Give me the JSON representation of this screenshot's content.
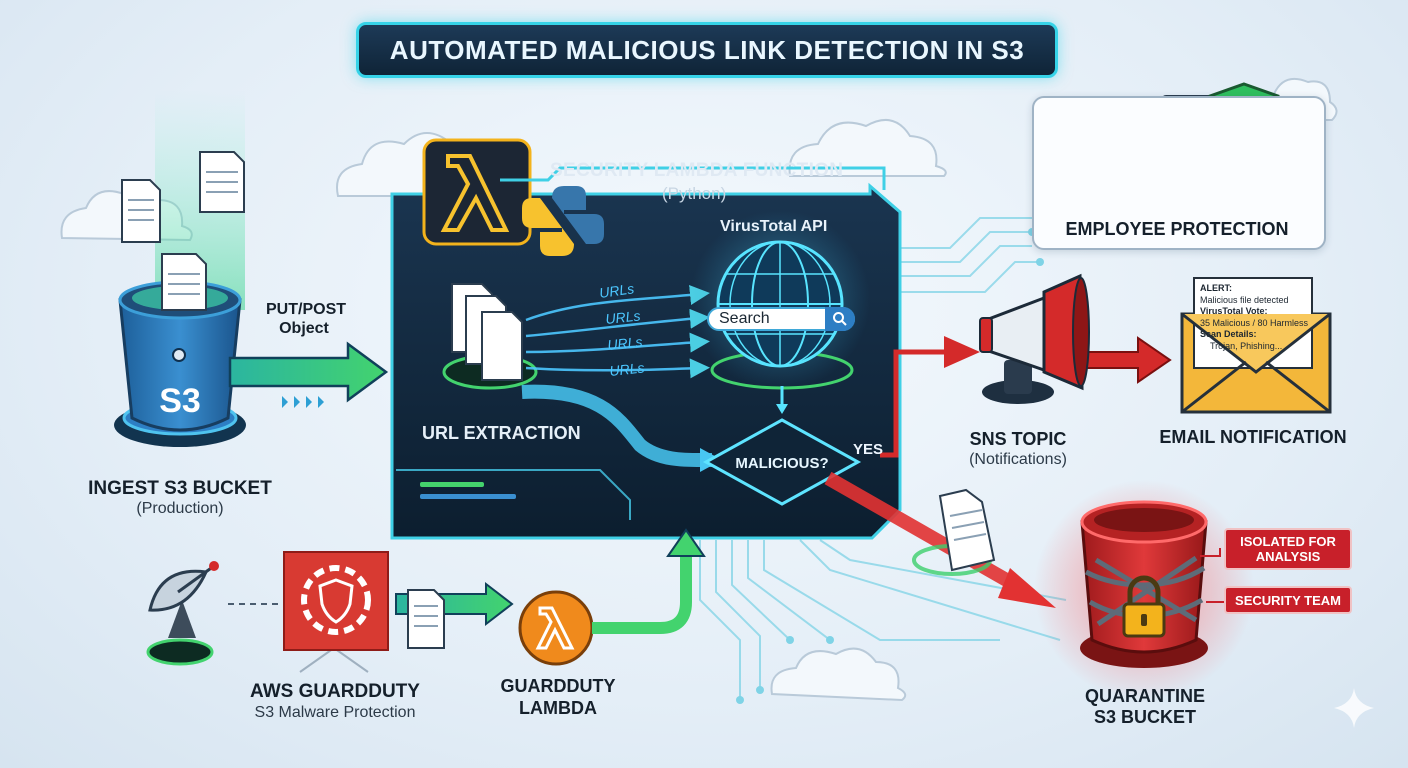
{
  "title": "AUTOMATED MALICIOUS LINK DETECTION IN S3",
  "ingest": {
    "icon_text": "S3",
    "title": "INGEST S3 BUCKET",
    "subtitle": "(Production)"
  },
  "put_post": {
    "line1": "PUT/POST",
    "line2": "Object"
  },
  "lambda_panel": {
    "title": "SECURITY LAMBDA FUNCTION",
    "subtitle": "(Python)",
    "virustotal_label": "VirusTotal API",
    "search_placeholder": "Search",
    "url_words": [
      "URLs",
      "URLs",
      "URLs",
      "URLs"
    ],
    "url_extraction": "URL EXTRACTION",
    "decision": "MALICIOUS?",
    "yes": "YES"
  },
  "employee": {
    "title": "EMPLOYEE PROTECTION"
  },
  "sns": {
    "title": "SNS TOPIC",
    "subtitle": "(Notifications)"
  },
  "email": {
    "title": "EMAIL NOTIFICATION",
    "alert_lines": [
      "ALERT:",
      "Malicious file detected",
      "VirusTotal Vote:",
      "35 Malicious / 80 Harmless",
      "Scan Details:",
      "Trojan, Phishing..."
    ]
  },
  "quarantine": {
    "title_line1": "QUARANTINE",
    "title_line2": "S3 BUCKET",
    "tags": [
      "ISOLATED FOR\nANALYSIS",
      "SECURITY TEAM"
    ]
  },
  "guardduty": {
    "title": "AWS GUARDDUTY",
    "subtitle": "S3 Malware Protection"
  },
  "guardduty_lambda": {
    "line1": "GUARDDUTY",
    "line2": "LAMBDA"
  },
  "colors": {
    "navy": "#13283c",
    "cyan": "#36d3e8",
    "green": "#3ccf6c",
    "red": "#d42a2a",
    "orange": "#f08a1c",
    "aws_red": "#d83a32"
  },
  "icons": [
    "document-icon",
    "lambda-icon",
    "python-icon",
    "globe-icon",
    "search-icon",
    "megaphone-icon",
    "envelope-icon",
    "lock-icon",
    "chain-icon",
    "satellite-dish-icon",
    "shield-gear-icon",
    "monitor-icon",
    "shield-check-icon",
    "cloud-icon"
  ]
}
